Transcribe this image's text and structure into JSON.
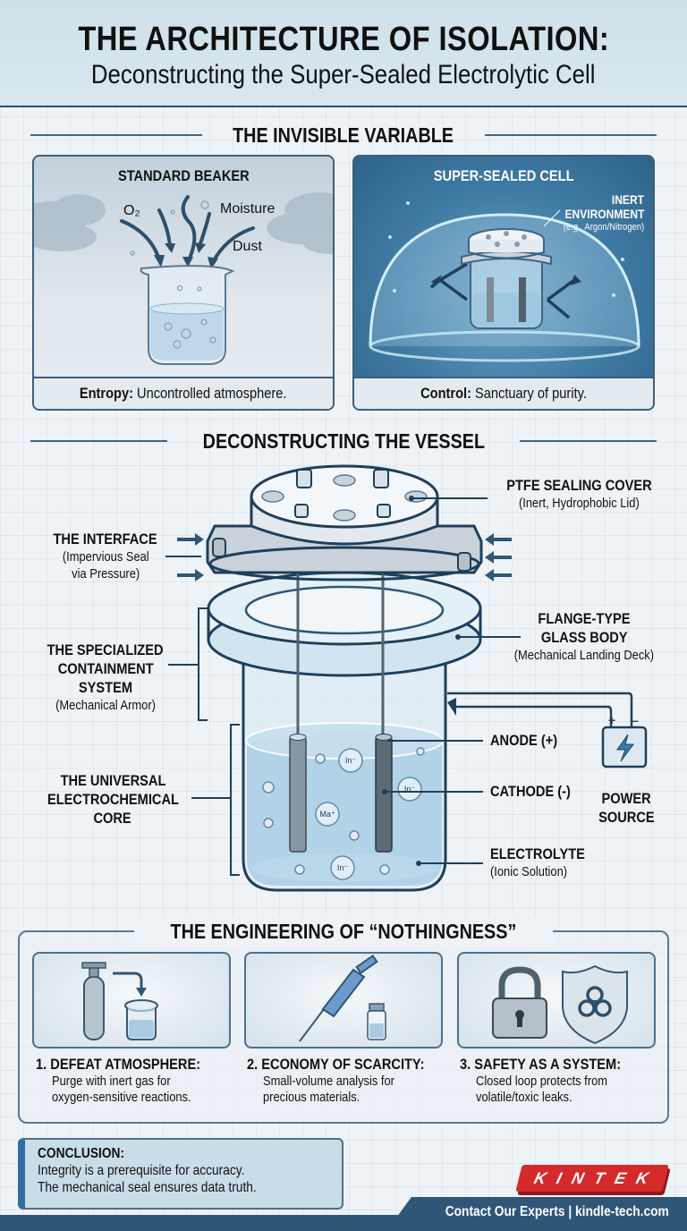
{
  "header": {
    "title": "THE ARCHITECTURE OF ISOLATION:",
    "subtitle": "Deconstructing the Super-Sealed Electrolytic Cell"
  },
  "invisible_variable": {
    "section_title": "THE INVISIBLE VARIABLE",
    "standard_beaker": {
      "title": "STANDARD BEAKER",
      "contaminants": [
        "O₂",
        "Moisture",
        "Dust"
      ],
      "caption_bold": "Entropy:",
      "caption_text": " Uncontrolled atmosphere."
    },
    "sealed_cell": {
      "title": "SUPER-SEALED CELL",
      "environment_label_1": "INERT",
      "environment_label_2": "ENVIRONMENT",
      "environment_note": "(e.g., Argon/Nitrogen)",
      "caption_bold": "Control:",
      "caption_text": " Sanctuary of purity."
    }
  },
  "vessel": {
    "section_title": "DECONSTRUCTING THE VESSEL",
    "labels": {
      "ptfe_title": "PTFE SEALING COVER",
      "ptfe_sub": "(Inert, Hydrophobic Lid)",
      "interface_title": "THE INTERFACE",
      "interface_sub_1": "(Impervious Seal",
      "interface_sub_2": "via Pressure)",
      "flange_title_1": "FLANGE-TYPE",
      "flange_title_2": "GLASS BODY",
      "flange_sub": "(Mechanical Landing Deck)",
      "containment_1": "THE SPECIALIZED",
      "containment_2": "CONTAINMENT",
      "containment_3": "SYSTEM",
      "containment_sub": "(Mechanical Armor)",
      "core_1": "THE UNIVERSAL",
      "core_2": "ELECTROCHEMICAL",
      "core_3": "CORE",
      "anode": "ANODE (+)",
      "cathode": "CATHODE (-)",
      "power_1": "POWER",
      "power_2": "SOURCE",
      "electrolyte": "ELECTROLYTE",
      "electrolyte_sub": "(Ionic Solution)",
      "plus": "+",
      "minus": "–"
    },
    "ions": [
      "In⁻",
      "Ma⁺",
      "In⁻",
      "In⁻"
    ]
  },
  "engineering": {
    "section_title": "THE ENGINEERING OF “NOTHINGNESS”",
    "cards": [
      {
        "title": "1. DEFEAT ATMOSPHERE:",
        "line1": "Purge with inert gas for",
        "line2": "oxygen-sensitive reactions.",
        "icon": "gas-cylinder-icon"
      },
      {
        "title": "2. ECONOMY OF SCARCITY:",
        "line1": "Small-volume analysis for",
        "line2": "precious materials.",
        "icon": "pipette-icon"
      },
      {
        "title": "3. SAFETY AS A SYSTEM:",
        "line1": "Closed loop protects from",
        "line2": "volatile/toxic leaks.",
        "icon": "lock-shield-icon"
      }
    ]
  },
  "conclusion": {
    "title": "CONCLUSION:",
    "line1": "Integrity is a prerequisite for accuracy.",
    "line2": "The mechanical seal ensures data truth."
  },
  "footer": {
    "brand": "KINTEK",
    "contact": "Contact Our Experts | kindle-tech.com"
  },
  "colors": {
    "navy": "#2f5677",
    "brand_red": "#d42a2c",
    "panel_blue": "#3f7aa3"
  }
}
